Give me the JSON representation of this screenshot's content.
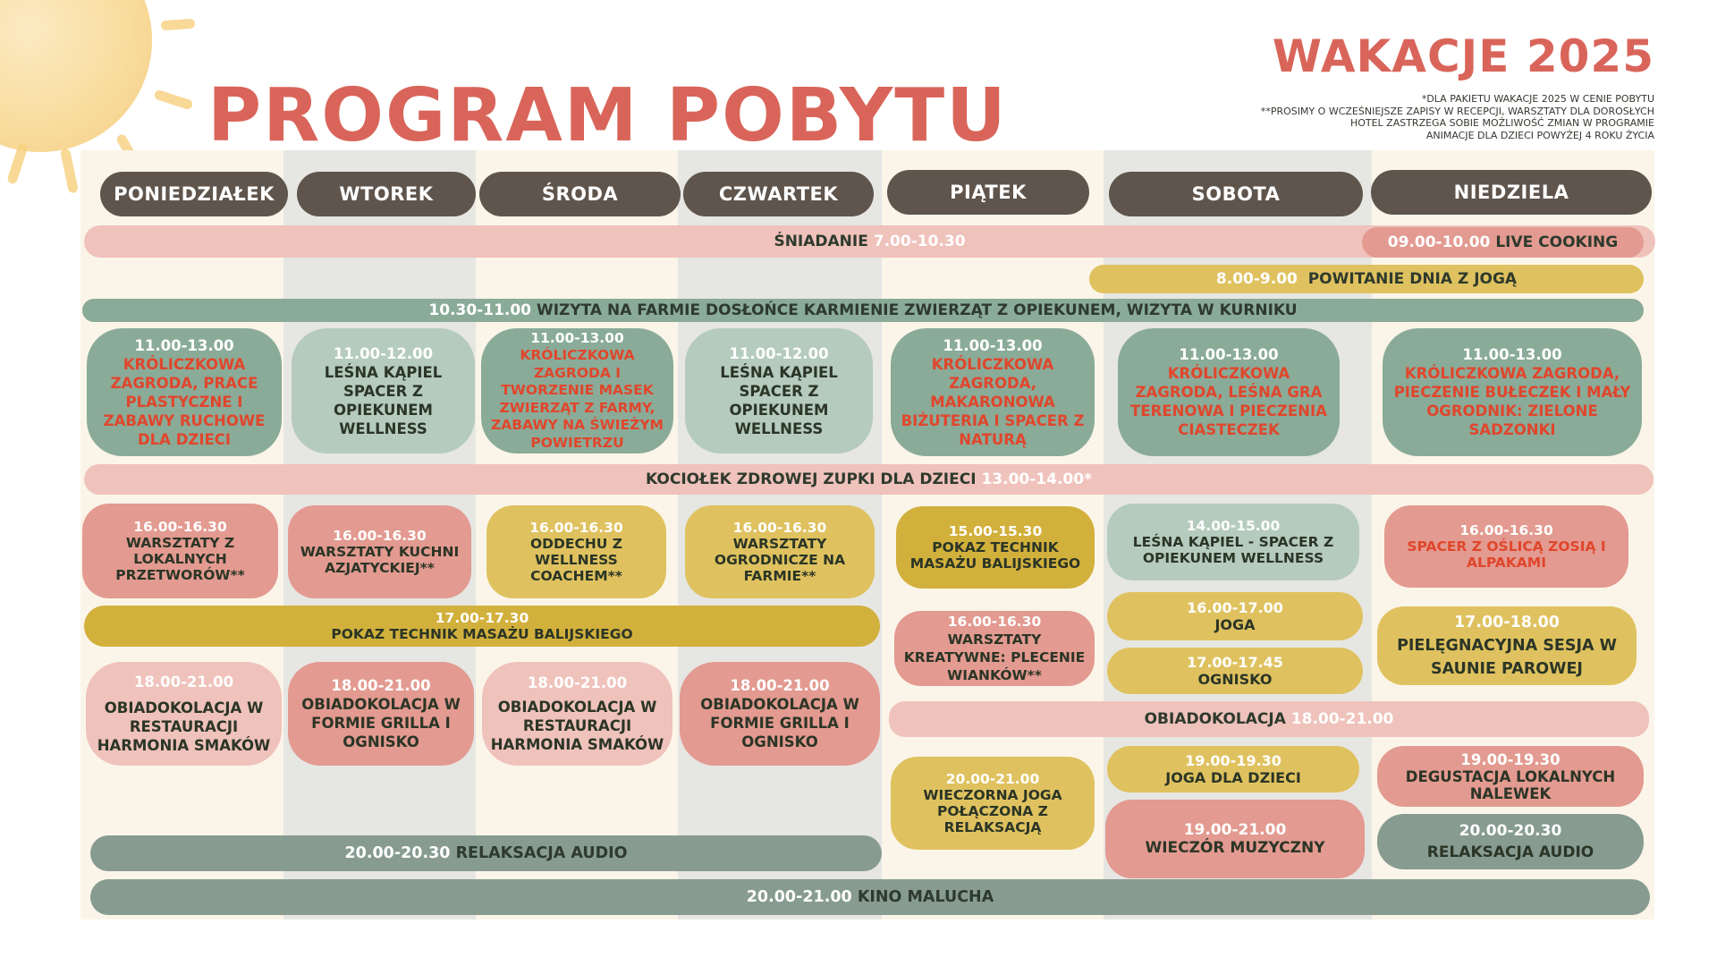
{
  "header": {
    "title": "PROGRAM POBYTU",
    "subtitle": "WAKACJE 2025",
    "notes": [
      "*DLA PAKIETU WAKACJE 2025 W CENIE POBYTU",
      "**PROSIMY O WCZEŚNIEJSZE ZAPISY W RECEPCJI, WARSZTATY DLA DOROSŁYCH",
      "HOTEL ZASTRZEGA SOBIE MOŻLIWOŚĆ ZMIAN W PROGRAMIE",
      "ANIMACJE DLA DZIECI POWYŻEJ 4 ROKU ŻYCIA"
    ]
  },
  "days": [
    "PONIEDZIAŁEK",
    "WTOREK",
    "ŚRODA",
    "CZWARTEK",
    "PIĄTEK",
    "SOBOTA",
    "NIEDZIELA"
  ],
  "bars": {
    "breakfast": {
      "label": "ŚNIADANIE",
      "time": "7.00-10.30"
    },
    "live_cooking": {
      "time": "09.00-10.00",
      "label": "LIVE COOKING"
    },
    "yoga_morning": {
      "time": "8.00-9.00",
      "label": "POWITANIE DNIA Z JOGĄ"
    },
    "farm": {
      "time": "10.30-11.00",
      "label": "WIZYTA NA FARMIE DOSŁOŃCE KARMIENIE ZWIERZĄT Z OPIEKUNEM, WIZYTA W KURNIKU"
    },
    "soup": {
      "label": "KOCIOŁEK ZDROWEJ ZUPKI DLA DZIECI",
      "time": "13.00-14.00*"
    },
    "massage": {
      "time": "17.00-17.30",
      "label": "POKAZ TECHNIK MASAŻU BALIJSKIEGO"
    },
    "dinner_weekend": {
      "label": "OBIADOKOLACJA",
      "time": "18.00-21.00"
    },
    "audio": {
      "time": "20.00-20.30",
      "label": "RELAKSACJA AUDIO"
    },
    "cinema": {
      "time": "20.00-21.00",
      "label": "KINO MALUCHA"
    }
  },
  "cards": {
    "mon_am": {
      "time": "11.00-13.00",
      "text": "KRÓLICZKOWA ZAGRODA, PRACE PLASTYCZNE I ZABAWY RUCHOWE DLA DZIECI"
    },
    "tue_am": {
      "time": "11.00-12.00",
      "text": "LEŚNA KĄPIEL SPACER Z OPIEKUNEM WELLNESS"
    },
    "wed_am": {
      "time": "11.00-13.00",
      "text": "KRÓLICZKOWA ZAGRODA I TWORZENIE MASEK ZWIERZĄT Z FARMY, ZABAWY NA ŚWIEŻYM POWIETRZU"
    },
    "thu_am": {
      "time": "11.00-12.00",
      "text": "LEŚNA KĄPIEL SPACER Z OPIEKUNEM WELLNESS"
    },
    "fri_am": {
      "time": "11.00-13.00",
      "text": "KRÓLICZKOWA ZAGRODA, MAKARONOWA BIŻUTERIA I SPACER Z NATURĄ"
    },
    "sat_am": {
      "time": "11.00-13.00",
      "text": "KRÓLICZKOWA ZAGRODA, LEŚNA GRA TERENOWA I PIECZENIA CIASTECZEK"
    },
    "sun_am": {
      "time": "11.00-13.00",
      "text": "KRÓLICZKOWA ZAGRODA, PIECZENIE BUŁECZEK I MAŁY OGRODNIK: ZIELONE SADZONKI"
    },
    "mon_pm": {
      "time": "16.00-16.30",
      "text": "WARSZTATY Z LOKALNYCH PRZETWORÓW**"
    },
    "tue_pm": {
      "time": "16.00-16.30",
      "text": "WARSZTATY KUCHNI AZJATYCKIEJ**"
    },
    "wed_pm": {
      "time": "16.00-16.30",
      "text": "ODDECHU Z WELLNESS COACHEM**"
    },
    "thu_pm": {
      "time": "16.00-16.30",
      "text": "WARSZTATY OGRODNICZE NA FARMIE**"
    },
    "fri_pm": {
      "time": "15.00-15.30",
      "text": "POKAZ TECHNIK MASAŻU BALIJSKIEGO"
    },
    "sat_pm": {
      "time": "14.00-15.00",
      "text": "LEŚNA KĄPIEL - SPACER Z OPIEKUNEM WELLNESS"
    },
    "sun_pm": {
      "time": "16.00-16.30",
      "text": "SPACER Z OŚLICĄ ZOSIĄ I ALPAKAMI"
    },
    "fri_wreath": {
      "time": "16.00-16.30",
      "text": "WARSZTATY KREATYWNE: PLECENIE WIANKÓW**"
    },
    "sat_yoga": {
      "time": "16.00-17.00",
      "text": "JOGA"
    },
    "sat_fire": {
      "time": "17.00-17.45",
      "text": "OGNISKO"
    },
    "sun_sauna": {
      "time": "17.00-18.00",
      "text": "PIELĘGNACYJNA SESJA W SAUNIE PAROWEJ"
    },
    "mon_dinner": {
      "time": "18.00-21.00",
      "text": "OBIADOKOLACJA W RESTAURACJI HARMONIA SMAKÓW"
    },
    "tue_dinner": {
      "time": "18.00-21.00",
      "text": "OBIADOKOLACJA W FORMIE GRILLA I OGNISKO"
    },
    "wed_dinner": {
      "time": "18.00-21.00",
      "text": "OBIADOKOLACJA W RESTAURACJI HARMONIA SMAKÓW"
    },
    "thu_dinner": {
      "time": "18.00-21.00",
      "text": "OBIADOKOLACJA W FORMIE GRILLA I OGNISKO"
    },
    "fri_yoga": {
      "time": "20.00-21.00",
      "text": "WIECZORNA JOGA POŁĄCZONA Z RELAKSACJĄ"
    },
    "sat_kids_yoga": {
      "time": "19.00-19.30",
      "text": "JOGA DLA DZIECI"
    },
    "sat_music": {
      "time": "19.00-21.00",
      "text": "WIECZÓR MUZYCZNY"
    },
    "sun_tasting": {
      "time": "19.00-19.30",
      "text": "DEGUSTACJA LOKALNYCH NALEWEK"
    },
    "sun_audio": {
      "time": "20.00-20.30",
      "text": "RELAKSACJA AUDIO"
    }
  }
}
